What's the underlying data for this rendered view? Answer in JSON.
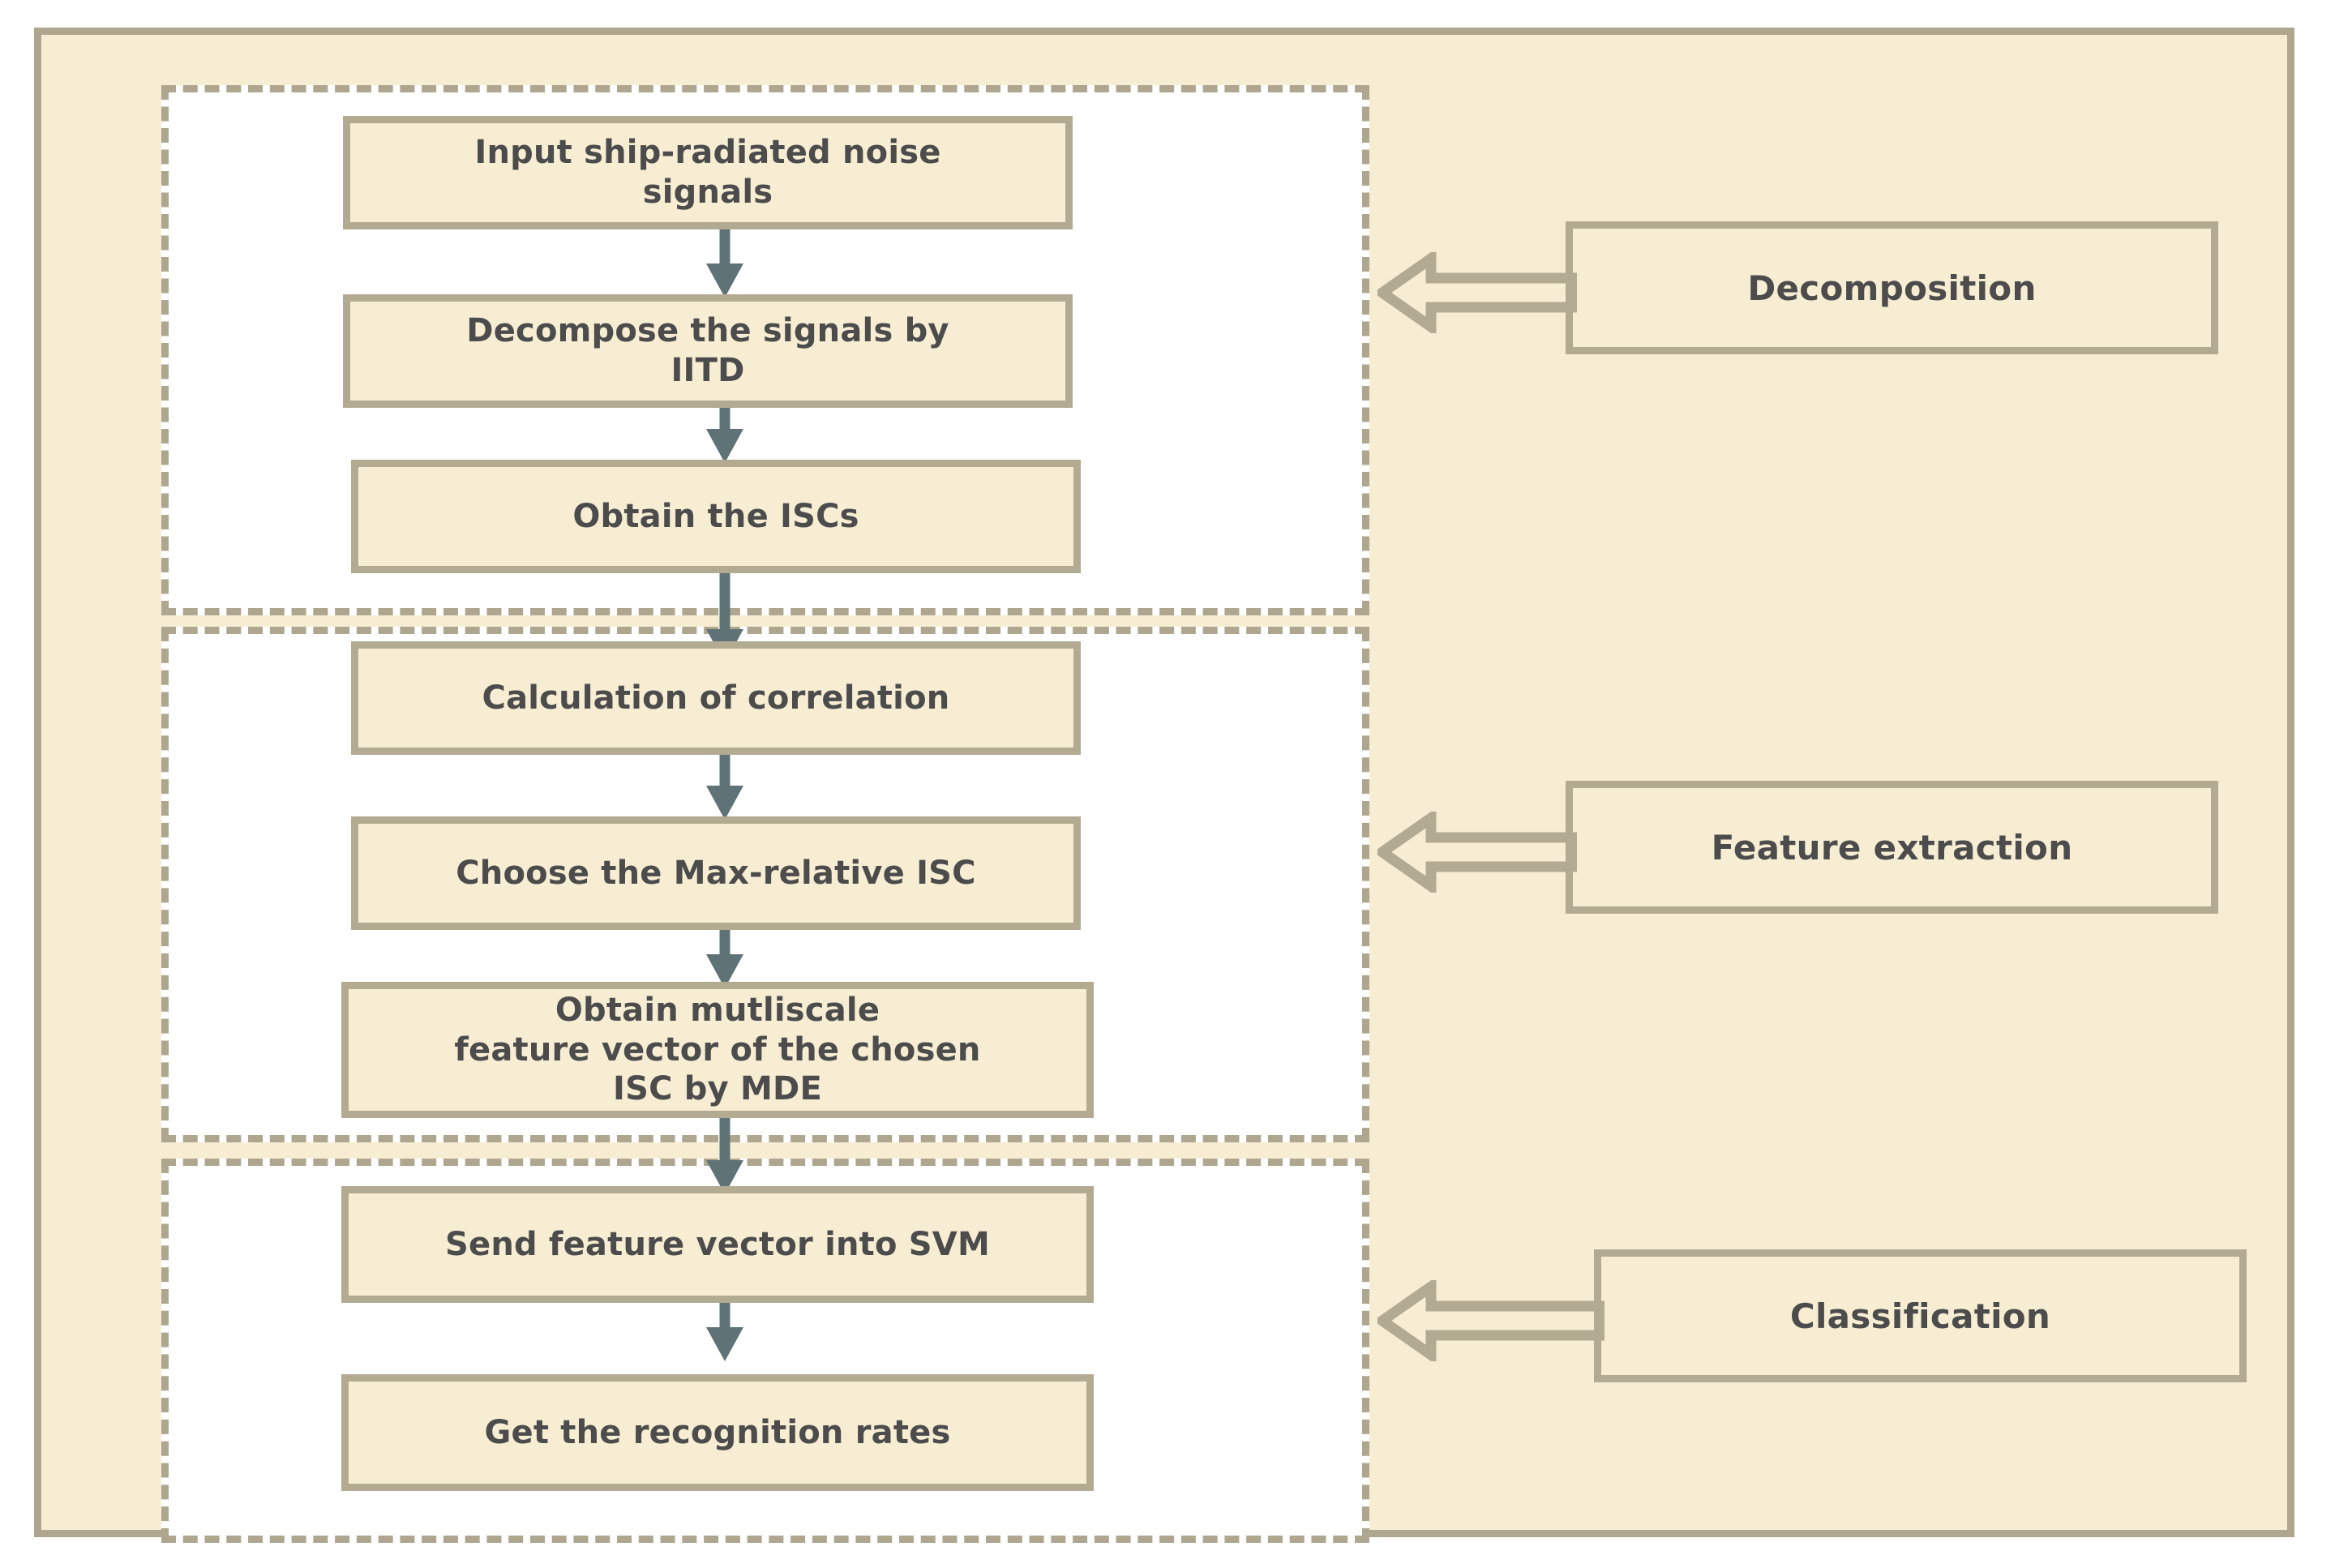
{
  "diagram": {
    "title": "Ship-radiated noise recognition flowchart",
    "colors": {
      "page_background": "#ffffff",
      "frame_background": "#f7edd3",
      "frame_border": "#aea68f",
      "panel_background": "#ffffff",
      "panel_border_dashed": "#aea68f",
      "box_fill": "#f7edd3",
      "box_border": "#b3aa92",
      "text": "#4c4c4c",
      "arrow_fill": "#5f7276",
      "block_arrow_stroke": "#b3aa92"
    },
    "stages": [
      {
        "id": "decomposition",
        "label": "Decomposition",
        "steps": [
          {
            "id": "input-signals",
            "label": "Input ship-radiated noise\nsignals"
          },
          {
            "id": "decompose-iitd",
            "label": "Decompose the signals by\nIITD"
          },
          {
            "id": "obtain-iscs",
            "label": "Obtain the ISCs"
          }
        ]
      },
      {
        "id": "feature-extraction",
        "label": "Feature extraction",
        "steps": [
          {
            "id": "calc-correlation",
            "label": "Calculation of correlation"
          },
          {
            "id": "choose-max-isc",
            "label": "Choose the Max-relative ISC"
          },
          {
            "id": "obtain-feature-mde",
            "label": "Obtain mutliscale\nfeature vector of the chosen\nISC by MDE"
          }
        ]
      },
      {
        "id": "classification",
        "label": "Classification",
        "steps": [
          {
            "id": "send-to-svm",
            "label": "Send feature vector into SVM"
          },
          {
            "id": "get-recognition-rate",
            "label": "Get the recognition rates"
          }
        ]
      }
    ],
    "connectors": [
      {
        "id": "input-to-decompose",
        "from": "input-signals",
        "to": "decompose-iitd"
      },
      {
        "id": "decompose-to-iscs",
        "from": "decompose-iitd",
        "to": "obtain-iscs"
      },
      {
        "id": "iscs-to-correlation",
        "from": "obtain-iscs",
        "to": "calc-correlation"
      },
      {
        "id": "correlation-to-maxisc",
        "from": "calc-correlation",
        "to": "choose-max-isc"
      },
      {
        "id": "maxisc-to-mde",
        "from": "choose-max-isc",
        "to": "obtain-feature-mde"
      },
      {
        "id": "mde-to-svm",
        "from": "obtain-feature-mde",
        "to": "send-to-svm"
      },
      {
        "id": "svm-to-rates",
        "from": "send-to-svm",
        "to": "get-recognition-rate"
      }
    ],
    "stage_pointers": [
      {
        "id": "pointer-decomposition",
        "points_to": "decomposition"
      },
      {
        "id": "pointer-feature-extraction",
        "points_to": "feature-extraction"
      },
      {
        "id": "pointer-classification",
        "points_to": "classification"
      }
    ]
  }
}
